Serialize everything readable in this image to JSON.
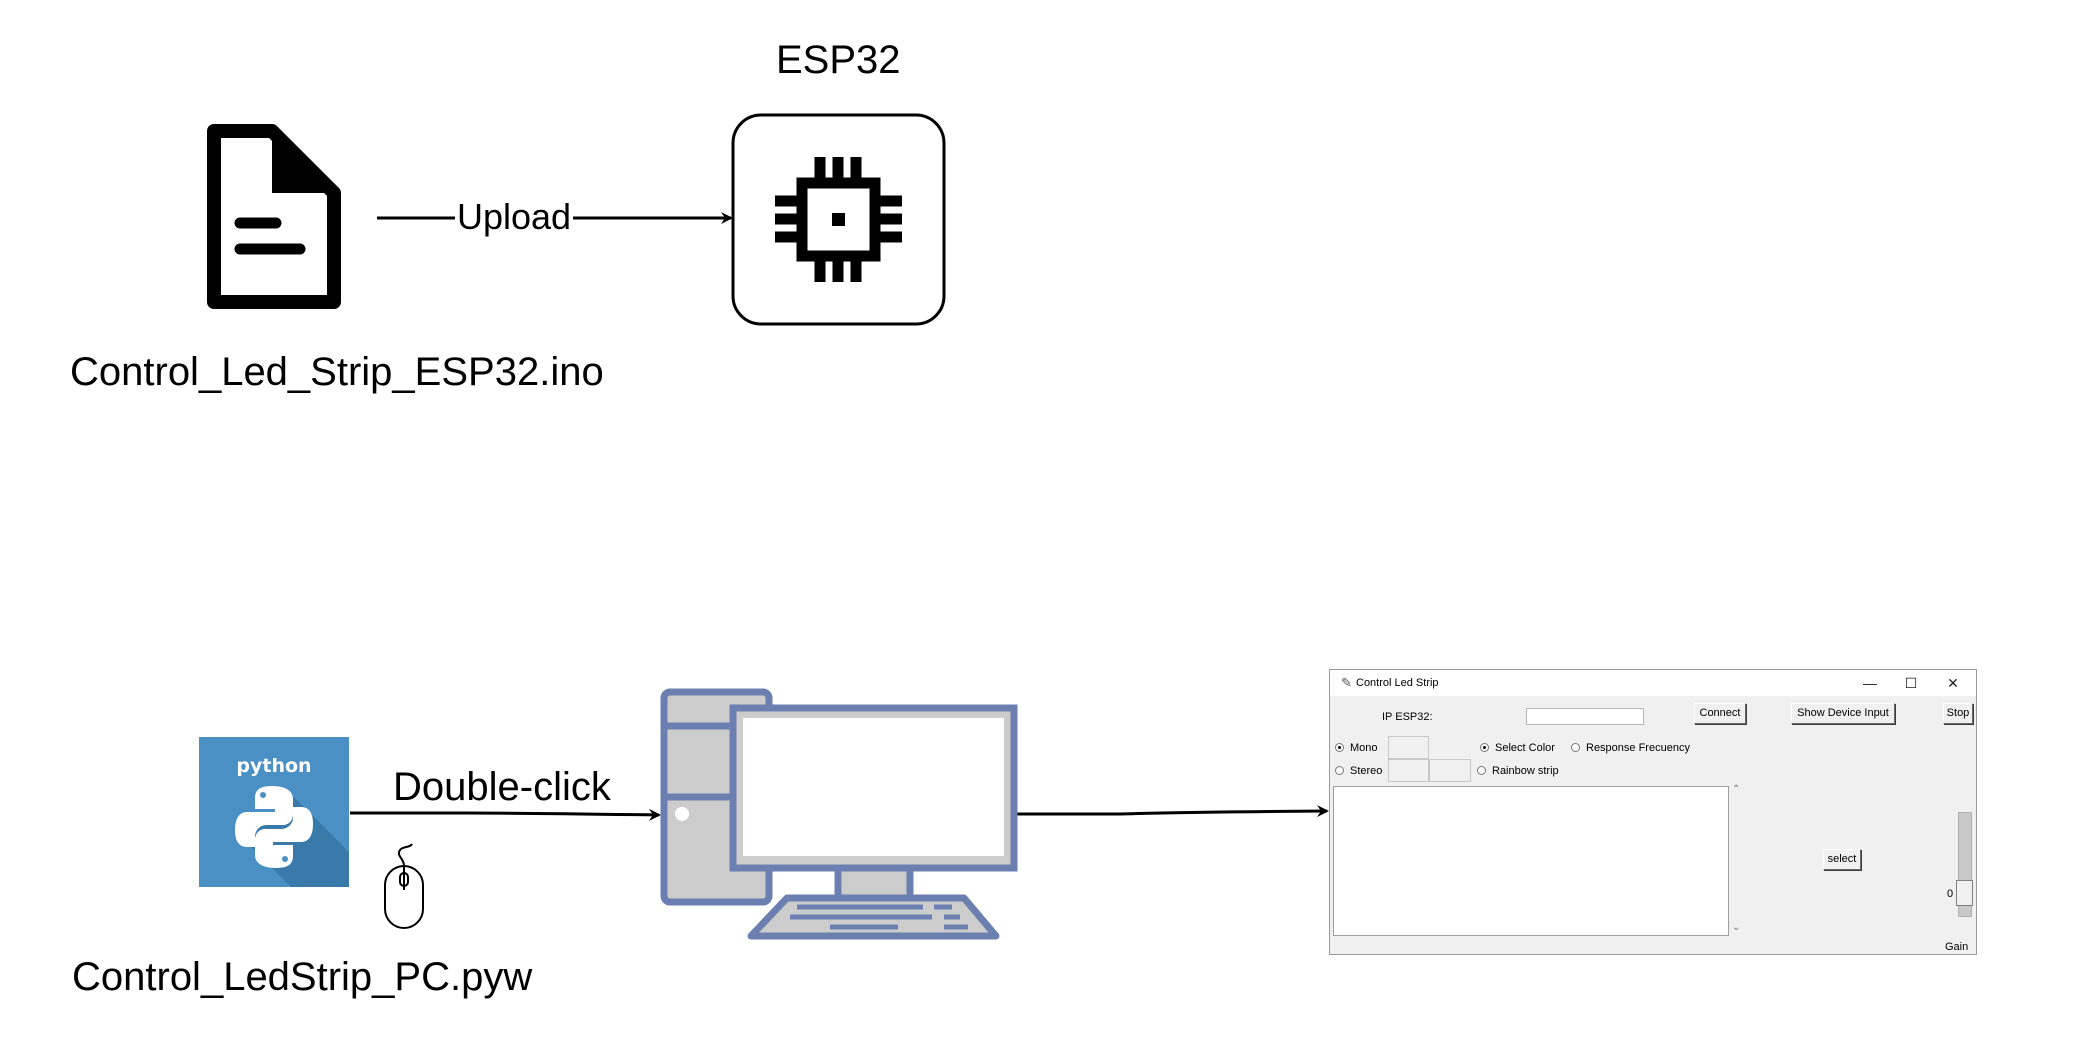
{
  "diagram": {
    "esp_title": "ESP32",
    "ino_file_name": "Control_Led_Strip_ESP32.ino",
    "upload_label": "Upload",
    "pyw_file_name": "Control_LedStrip_PC.pyw",
    "double_click_label": "Double-click",
    "python_logo_text": "python"
  },
  "app_window": {
    "title": "Control Led Strip",
    "title_buttons": {
      "minimize": "—",
      "maximize": "☐",
      "close": "✕"
    },
    "ip_label": "IP ESP32:",
    "ip_value": "",
    "connect_label": "Connect",
    "show_device_label": "Show Device Input",
    "stop_label": "Stop",
    "mono_label": "Mono",
    "stereo_label": "Stereo",
    "select_color_label": "Select Color",
    "response_label": "Response Frecuency",
    "rainbow_label": "Rainbow strip",
    "select_button_label": "select",
    "gain_value": "0",
    "gain_label": "Gain",
    "mode_selected": "Mono",
    "color_mode_selected": "Select Color"
  },
  "colors": {
    "computer_stroke": "#6b7fb0",
    "computer_fill": "#cccccc",
    "python_blue": "#4a90c5"
  }
}
